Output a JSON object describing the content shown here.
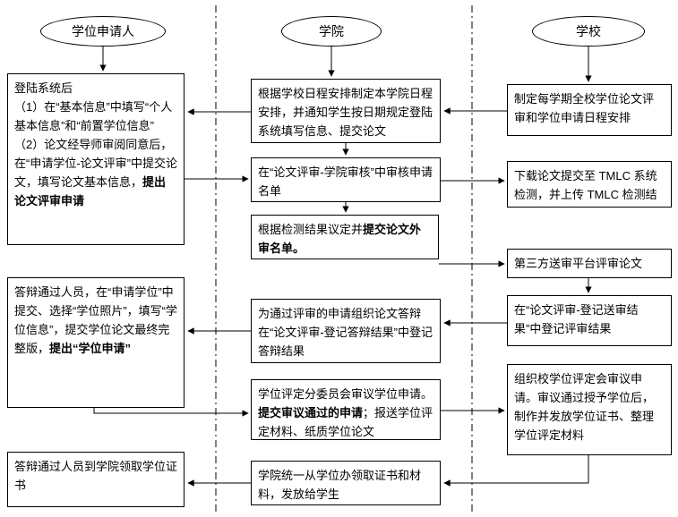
{
  "diagram": {
    "title": "degree-application-flowchart",
    "lanes": {
      "applicant": "学位申请人",
      "college": "学院",
      "school": "学校"
    },
    "nodes": {
      "applicant_login": {
        "pre": "登陆系统后\n（1）在“基本信息”中填写“个人基本信息”和“前置学位信息”\n（2）论文经导师审阅同意后，在“申请学位-论文评审”中提交论文，填写论文基本信息，",
        "bold": "提出论文评审申请",
        "post": ""
      },
      "applicant_degree_apply": {
        "pre": "答辩通过人员，在“申请学位”中提交、选择“学位照片”，填写“学位信息”，提交学位论文最终完整版，",
        "bold": "提出“学位申请”",
        "post": ""
      },
      "applicant_get_cert": {
        "pre": "答辩通过人员到学院领取学位证书",
        "bold": "",
        "post": ""
      },
      "college_schedule": {
        "pre": "根据学校日程安排制定本学院日程安排，并通知学生按日期规定登陆系统填写信息、提交论文",
        "bold": "",
        "post": ""
      },
      "college_review_list": {
        "pre": "在“论文评审-学院审核”中审核申请名单",
        "bold": "",
        "post": ""
      },
      "college_external_list": {
        "pre": "根据检测结果议定并",
        "bold": "提交论文外审名单。",
        "post": ""
      },
      "college_defense": {
        "pre": "为通过评审的申请组织论文答辩在“论文评审-登记答辩结果”中登记答辩结果",
        "bold": "",
        "post": ""
      },
      "college_subcommittee": {
        "pre": "学位评定分委员会审议学位申请。",
        "bold": "提交审议通过的申请",
        "post": "；报送学位评定材料、纸质学位论文"
      },
      "college_distribute": {
        "pre": "学院统一从学位办领取证书和材料，发放给学生",
        "bold": "",
        "post": ""
      },
      "school_schedule": {
        "pre": "制定每学期全校学位论文评审和学位申请日程安排",
        "bold": "",
        "post": ""
      },
      "school_tmlc": {
        "pre": "下载论文提交至 TMLC 系统检测，并上传 TMLC 检测结",
        "bold": "",
        "post": ""
      },
      "school_third_party": {
        "pre": "第三方送审平台评审论文",
        "bold": "",
        "post": ""
      },
      "school_record_review": {
        "pre": "在“论文评审-登记送审结果”中登记评审结果",
        "bold": "",
        "post": ""
      },
      "school_committee": {
        "pre": "组织校学位评定会审议申请。审议通过授予学位后，制作并发放学位证书、整理学位评定材料",
        "bold": "",
        "post": ""
      }
    },
    "line_color": "#000000",
    "background_color": "#ffffff"
  }
}
